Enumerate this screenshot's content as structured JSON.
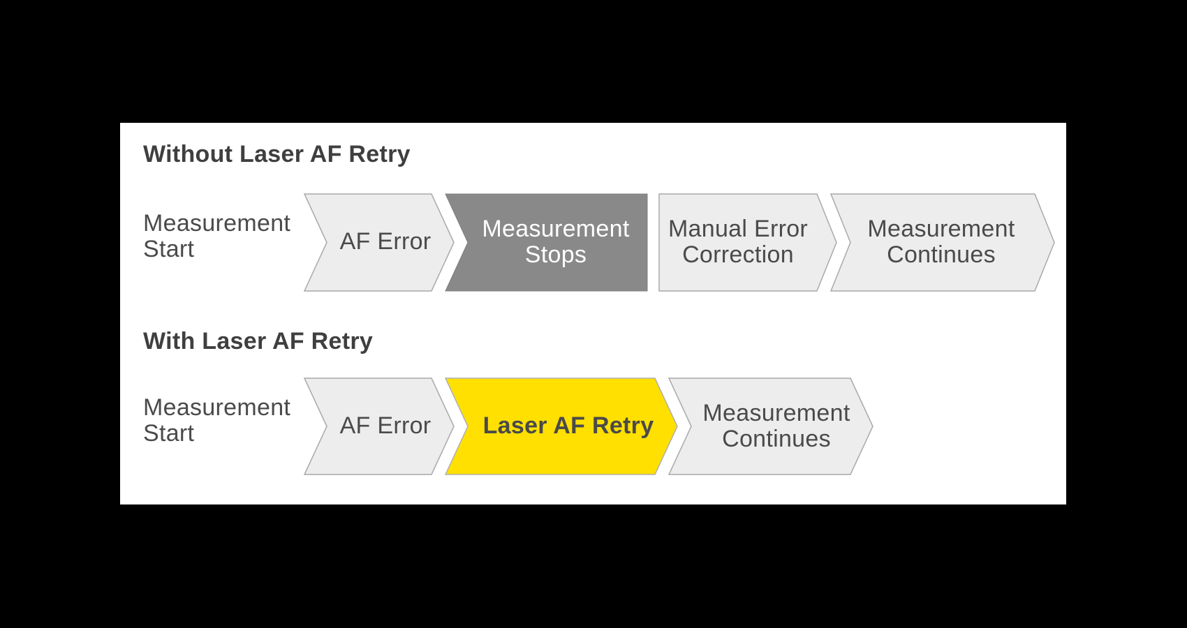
{
  "colors": {
    "background": "#000000",
    "panel": "#ffffff",
    "step_light_fill": "#ededed",
    "step_light_border": "#a9a9a9",
    "step_dark_fill": "#898989",
    "step_highlight_fill": "#ffe000",
    "title_text": "#3f3f3f",
    "label_text": "#4a4a4a",
    "dark_step_text": "#ffffff"
  },
  "without": {
    "title": "Without Laser AF Retry",
    "start": {
      "line1": "Measurement",
      "line2": "Start"
    },
    "step_af_error": "AF Error",
    "step_stops": {
      "line1": "Measurement",
      "line2": "Stops"
    },
    "step_manual": {
      "line1": "Manual Error",
      "line2": "Correction"
    },
    "step_continues": {
      "line1": "Measurement",
      "line2": "Continues"
    }
  },
  "with": {
    "title": "With Laser AF Retry",
    "start": {
      "line1": "Measurement",
      "line2": "Start"
    },
    "step_af_error": "AF Error",
    "step_retry": "Laser AF Retry",
    "step_continues": {
      "line1": "Measurement",
      "line2": "Continues"
    }
  }
}
